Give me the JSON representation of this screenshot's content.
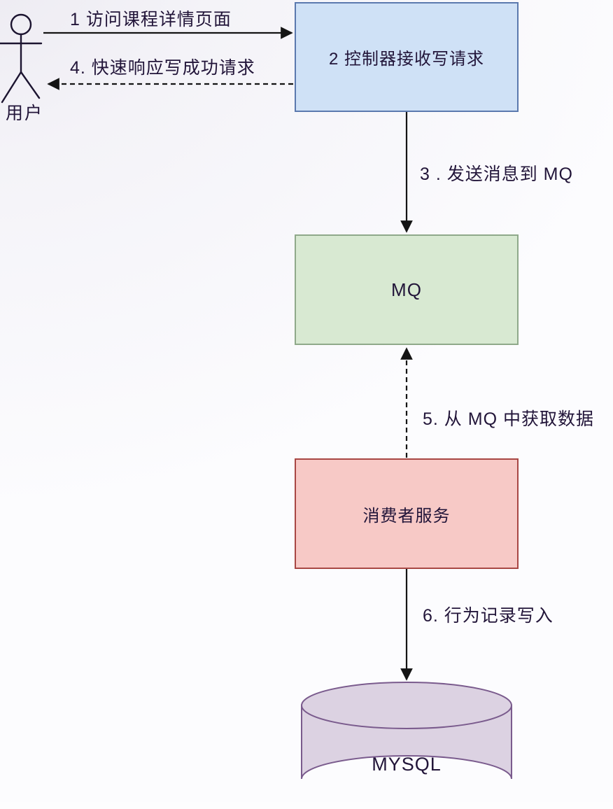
{
  "diagram_type": "message-queue write flow",
  "colors": {
    "background": "#f4f3f8",
    "text": "#221539",
    "arrow": "#141414"
  },
  "actor": {
    "label": "用户"
  },
  "nodes": [
    {
      "id": "controller",
      "label": "2 控制器接收写请求",
      "fill": "#cfe1f6",
      "border": "#5b79ae",
      "shape": "rect"
    },
    {
      "id": "mq",
      "label": "MQ",
      "fill": "#d8e9d2",
      "border": "#8fa98a",
      "shape": "rect"
    },
    {
      "id": "consumer",
      "label": "消费者服务",
      "fill": "#f7c9c6",
      "border": "#a84744",
      "shape": "rect"
    },
    {
      "id": "mysql",
      "label": "MYSQL",
      "fill": "#dcd2e2",
      "border": "#7a5b8d",
      "shape": "cylinder"
    }
  ],
  "edges": [
    {
      "step": "1",
      "label": "1 访问课程详情页面",
      "from": "用户",
      "to": "控制器",
      "style": "solid"
    },
    {
      "step": "4",
      "label": "4. 快速响应写成功请求",
      "from": "控制器",
      "to": "用户",
      "style": "dashed"
    },
    {
      "step": "3",
      "label": "3 . 发送消息到 MQ",
      "from": "控制器",
      "to": "MQ",
      "style": "solid"
    },
    {
      "step": "5",
      "label": "5. 从 MQ 中获取数据",
      "from": "消费者服务",
      "to": "MQ",
      "style": "dashed"
    },
    {
      "step": "6",
      "label": "6. 行为记录写入",
      "from": "消费者服务",
      "to": "MYSQL",
      "style": "solid"
    }
  ]
}
